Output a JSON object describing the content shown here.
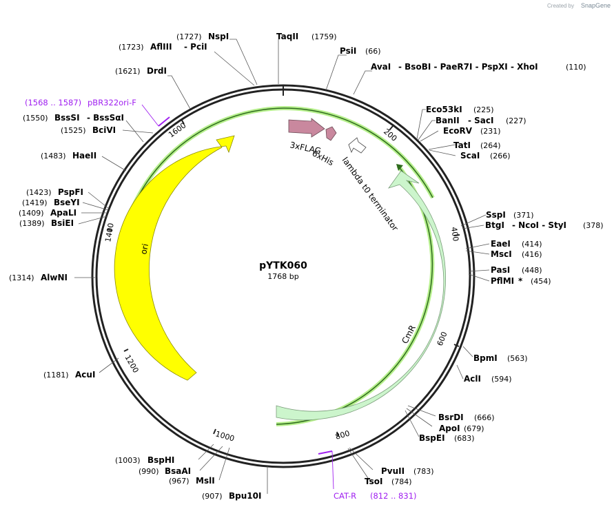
{
  "credit": {
    "created_by": "Created by",
    "brand": "SnapGene"
  },
  "plasmid": {
    "name": "pYTK060",
    "length": 1768,
    "length_label": "1768 bp"
  },
  "ticks": [
    "200",
    "400",
    "600",
    "800",
    "1000",
    "1200",
    "1400",
    "1600"
  ],
  "sites": [
    {
      "name": "NspI",
      "pos": "(1727)"
    },
    {
      "name": "AflIII",
      "extra": "- PciI",
      "pos": "(1723)"
    },
    {
      "name": "TaqII",
      "pos": "(1759)"
    },
    {
      "name": "PsiI",
      "pos": "(66)"
    },
    {
      "name": "AvaI",
      "extra": "- BsoBI - PaeR7I - PspXI - XhoI",
      "pos": "(110)"
    },
    {
      "name": "DrdI",
      "pos": "(1621)"
    },
    {
      "name": "BssSI",
      "extra": "- BssSαI",
      "pos": "(1550)"
    },
    {
      "name": "BciVI",
      "pos": "(1525)"
    },
    {
      "name": "HaeII",
      "pos": "(1483)"
    },
    {
      "name": "PspFI",
      "pos": "(1423)"
    },
    {
      "name": "BseYI",
      "pos": "(1419)"
    },
    {
      "name": "ApaLI",
      "pos": "(1409)"
    },
    {
      "name": "BsiEI",
      "pos": "(1389)"
    },
    {
      "name": "AlwNI",
      "pos": "(1314)"
    },
    {
      "name": "AcuI",
      "pos": "(1181)"
    },
    {
      "name": "BspHI",
      "pos": "(1003)"
    },
    {
      "name": "BsaAI",
      "pos": "(990)"
    },
    {
      "name": "MslI",
      "pos": "(967)"
    },
    {
      "name": "Bpu10I",
      "pos": "(907)"
    },
    {
      "name": "Eco53kI",
      "pos": "(225)"
    },
    {
      "name": "BanII",
      "extra": "- SacI",
      "pos": "(227)"
    },
    {
      "name": "EcoRV",
      "pos": "(231)"
    },
    {
      "name": "TatI",
      "pos": "(264)"
    },
    {
      "name": "ScaI",
      "pos": "(266)"
    },
    {
      "name": "SspI",
      "pos": "(371)"
    },
    {
      "name": "BtgI",
      "extra": "- NcoI - StyI",
      "pos": "(378)"
    },
    {
      "name": "EaeI",
      "pos": "(414)"
    },
    {
      "name": "MscI",
      "pos": "(416)"
    },
    {
      "name": "PasI",
      "pos": "(448)"
    },
    {
      "name": "PflMI",
      "extra": "*",
      "pos": "(454)"
    },
    {
      "name": "BpmI",
      "pos": "(563)"
    },
    {
      "name": "AclI",
      "pos": "(594)"
    },
    {
      "name": "BsrDI",
      "pos": "(666)"
    },
    {
      "name": "ApoI",
      "pos": "(679)"
    },
    {
      "name": "BspEI",
      "pos": "(683)"
    },
    {
      "name": "PvuII",
      "pos": "(783)"
    },
    {
      "name": "TsoI",
      "pos": "(784)"
    }
  ],
  "primers": [
    {
      "range": "(1568 .. 1587)",
      "name": "pBR322ori-F"
    },
    {
      "range": "(812 .. 831)",
      "name": "CAT-R"
    }
  ],
  "features": [
    {
      "name": "3xFLAG",
      "color": "#c9889e"
    },
    {
      "name": "6xHis",
      "color": "#c9889e"
    },
    {
      "name": "lambda t0 terminator",
      "color": "#ffffff"
    },
    {
      "name": "CmR",
      "color": "#ccf5cc"
    },
    {
      "name": "ori",
      "color": "#ffff00"
    }
  ],
  "colors": {
    "backbone": "#222222",
    "primer": "#a020f0",
    "highlight": "#b6ef8c",
    "ori": "#ffff00",
    "cmr": "#ccf5cc",
    "tag": "#c9889e"
  }
}
